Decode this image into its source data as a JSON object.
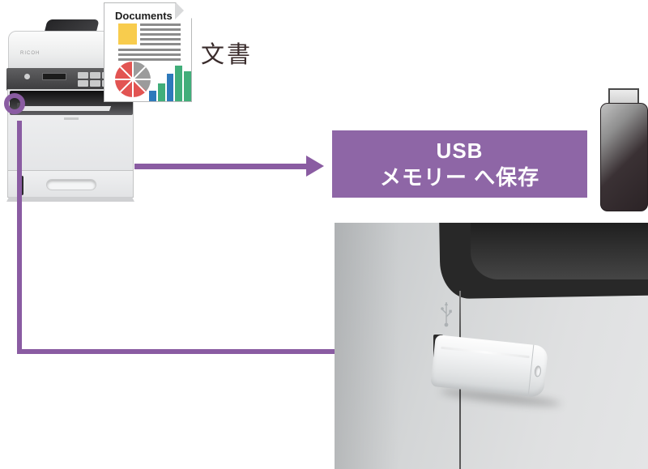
{
  "colors": {
    "purple": "#8e66a6",
    "purple-line": "#8a5ca2",
    "doc-yellow": "#f8cc4d",
    "doc-red": "#e25452",
    "doc-gray": "#9b9b9b",
    "doc-line": "#8c8c8c",
    "doc-blue": "#2e79bb",
    "doc-green": "#41ae7a",
    "text-dark": "#3a2c2c"
  },
  "printer": {
    "brand": "RICOH"
  },
  "document_icon": {
    "title": "Documents",
    "pie": {
      "gray_deg": 130
    },
    "bars": [
      {
        "h": 13,
        "color": "blue"
      },
      {
        "h": 22,
        "color": "green"
      },
      {
        "h": 34,
        "color": "blue"
      },
      {
        "h": 44,
        "color": "green"
      },
      {
        "h": 37,
        "color": "green"
      }
    ]
  },
  "labels": {
    "source": "文書"
  },
  "action_box": {
    "line1": "USB",
    "line2": "メモリー へ保存"
  }
}
